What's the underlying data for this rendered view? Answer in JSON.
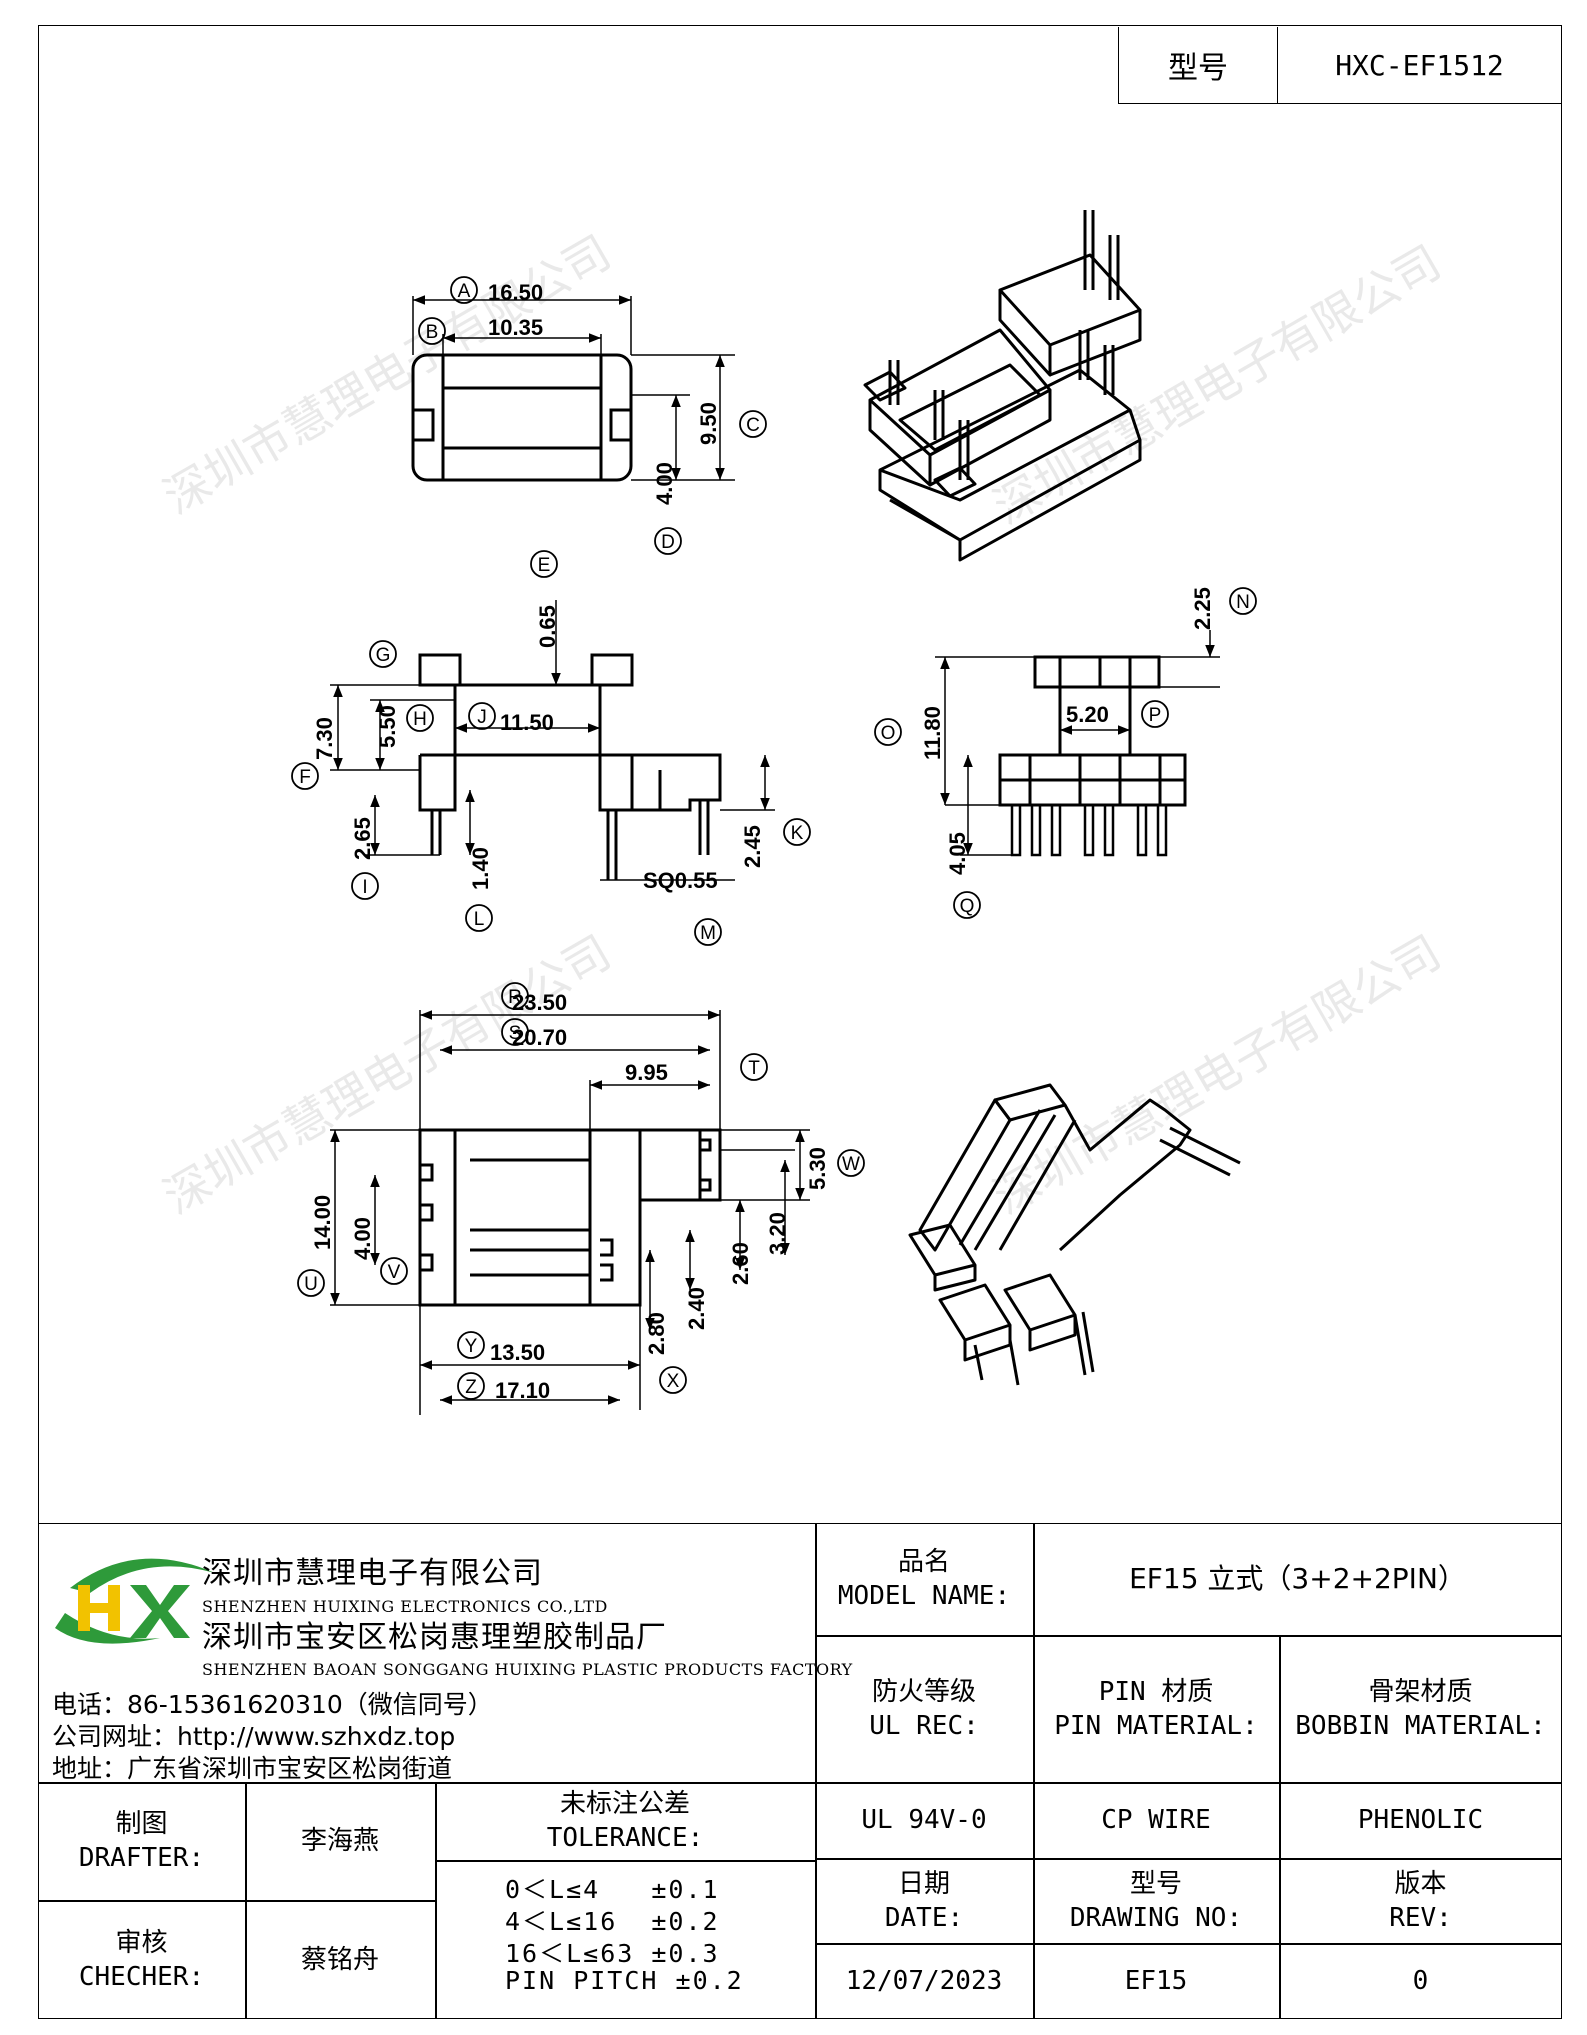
{
  "header": {
    "model_label": "型号",
    "model_value": "HXC-EF1512"
  },
  "watermark": "深圳市慧理电子有限公司",
  "dimensions": {
    "A": "16.50",
    "B": "10.35",
    "C": "9.50",
    "D": "4.00",
    "E": "0.65",
    "F": "7.30",
    "G": "",
    "H": "5.50",
    "I": "2.65",
    "J": "11.50",
    "K": "2.45",
    "L": "1.40",
    "M": "SQ0.55",
    "N": "2.25",
    "O": "11.80",
    "P": "5.20",
    "Q": "4.05",
    "R": "23.50",
    "S": "20.70",
    "T": "9.95",
    "U": "14.00",
    "V": "4.00",
    "W": "5.30",
    "X": "2.80",
    "X2": "2.40",
    "X3": "2.60",
    "X4": "3.20",
    "Y": "13.50",
    "Z": "17.10"
  },
  "company": {
    "name_cn": "深圳市慧理电子有限公司",
    "name_en": "SHENZHEN HUIXING ELECTRONICS CO.,LTD",
    "factory_cn": "深圳市宝安区松岗惠理塑胶制品厂",
    "factory_en": "SHENZHEN BAOAN SONGGANG HUIXING PLASTIC PRODUCTS FACTORY",
    "phone": "电话：86-15361620310（微信同号）",
    "website": "公司网址：http://www.szhxdz.top",
    "address": "地址：广东省深圳市宝安区松岗街道",
    "logo_text": "HX",
    "logo_colors": {
      "h": "#f2c200",
      "x": "#2e9a3a"
    }
  },
  "title_block": {
    "model_name_cn": "品名",
    "model_name_en": "MODEL NAME:",
    "model_name_value": "EF15 立式（3+2+2PIN）",
    "ul_cn": "防火等级",
    "ul_en": "UL REC:",
    "pin_cn": "PIN 材质",
    "pin_en": "PIN MATERIAL:",
    "bobbin_cn": "骨架材质",
    "bobbin_en": "BOBBIN MATERIAL:",
    "ul_value": "UL 94V-0",
    "pin_value": "CP WIRE",
    "bobbin_value": "PHENOLIC",
    "drafter_cn": "制图",
    "drafter_en": "DRAFTER:",
    "drafter_name": "李海燕",
    "checker_cn": "审核",
    "checker_en": "CHECHER:",
    "checker_name": "蔡铭舟",
    "tolerance_cn": "未标注公差",
    "tolerance_en": "TOLERANCE:",
    "tolerance_lines": [
      "0＜L≤4   ±0.1",
      "4＜L≤16  ±0.2",
      "16＜L≤63 ±0.3",
      "PIN PITCH ±0.2"
    ],
    "date_cn": "日期",
    "date_en": "DATE:",
    "date_value": "12/07/2023",
    "drawing_cn": "型号",
    "drawing_en": "DRAWING NO:",
    "drawing_value": "EF15",
    "rev_cn": "版本",
    "rev_en": "REV:",
    "rev_value": "0"
  }
}
